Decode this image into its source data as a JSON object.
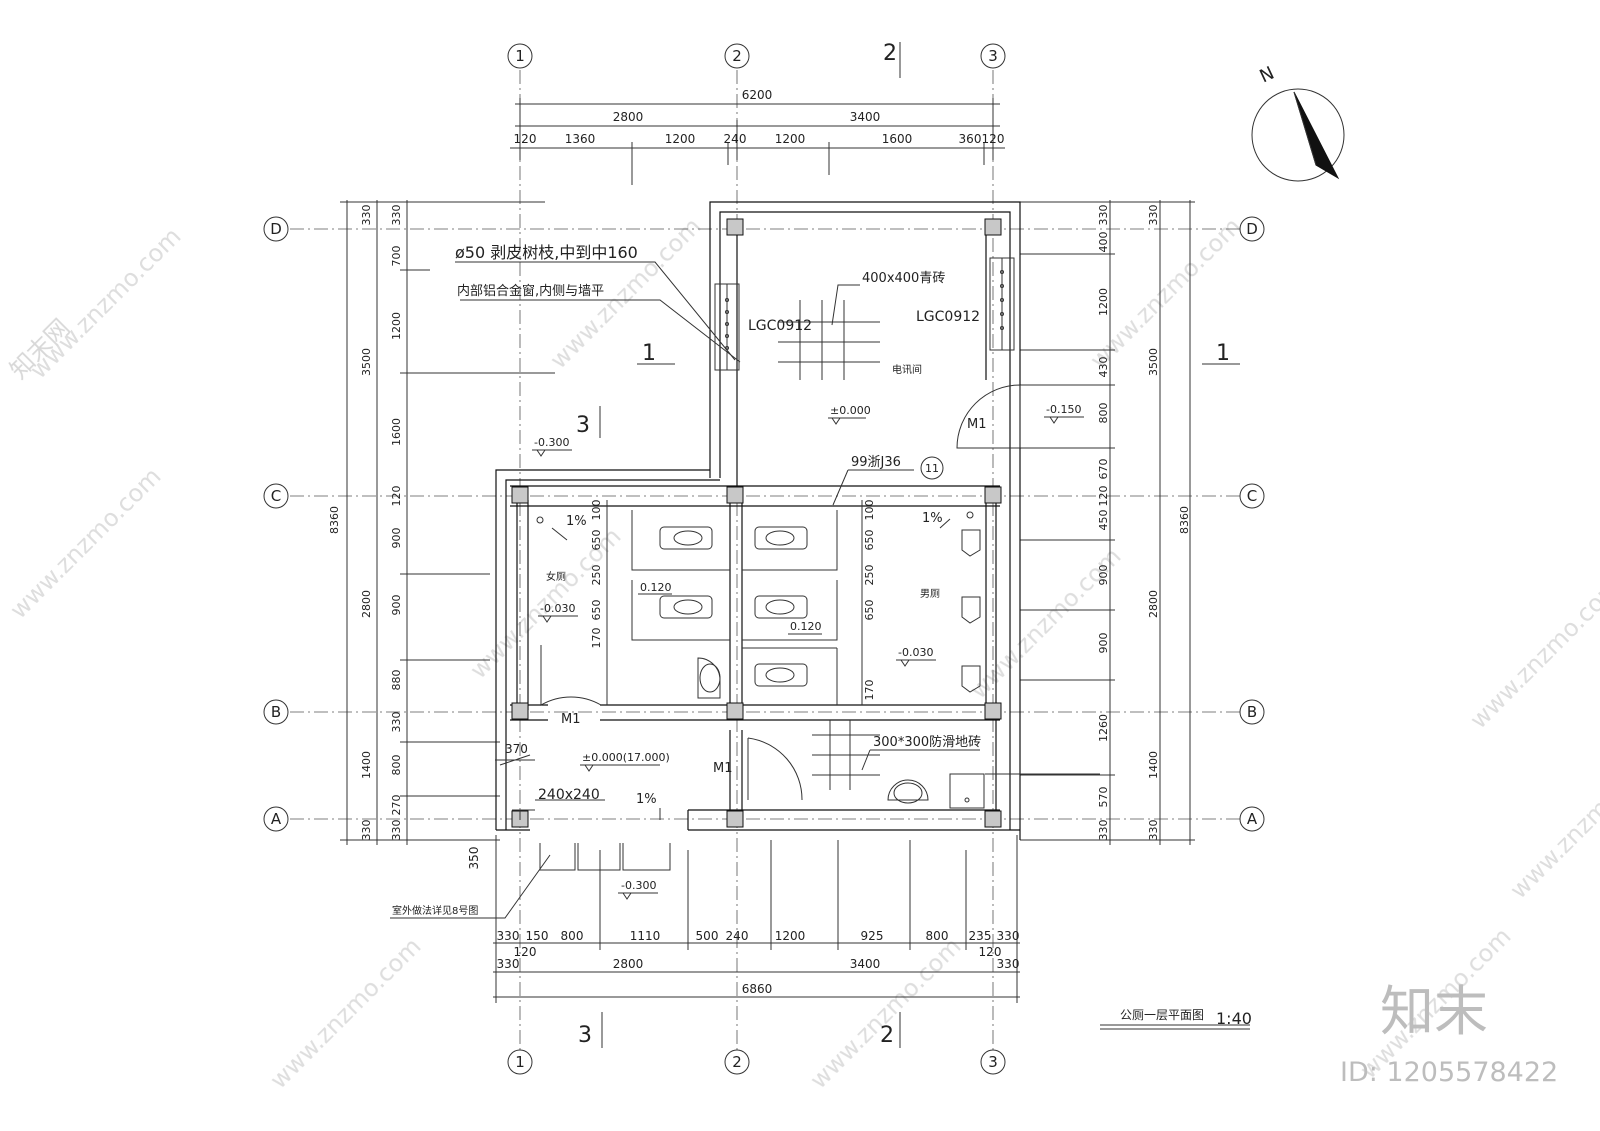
{
  "axes": {
    "x": [
      "1",
      "2",
      "3"
    ],
    "y": [
      "D",
      "C",
      "B",
      "A"
    ]
  },
  "section_marks": {
    "s1": "1",
    "s2": "2",
    "s3": "3"
  },
  "dims": {
    "top_total": "6200",
    "top_mid": [
      "2800",
      "3400"
    ],
    "top_detail": [
      "120",
      "1360",
      "1200",
      "240",
      "1200",
      "1600",
      "360",
      "120"
    ],
    "bottom_detail": [
      "330",
      "150",
      "800",
      "1110",
      "500",
      "240",
      "1200",
      "925",
      "800",
      "235",
      "330"
    ],
    "bottom_detail2": [
      "120",
      "120"
    ],
    "bottom_mid": [
      "330",
      "2800",
      "3400",
      "330"
    ],
    "bottom_total": "6860",
    "left_total": "8360",
    "left_mid": [
      "330",
      "3500",
      "2800",
      "1400",
      "330"
    ],
    "left_detail": [
      "330",
      "700",
      "1200",
      "1600",
      "120",
      "900",
      "900",
      "880",
      "330",
      "800",
      "270",
      "330"
    ],
    "right_total": "8360",
    "right_mid": [
      "330",
      "3500",
      "2800",
      "1400",
      "330"
    ],
    "right_detail": [
      "330",
      "400",
      "1200",
      "430",
      "800",
      "670",
      "120",
      "450",
      "900",
      "900",
      "1260",
      "570",
      "330"
    ],
    "stall": [
      "100",
      "650",
      "250",
      "650",
      "170"
    ],
    "stall_r": [
      "100",
      "650",
      "250",
      "650",
      "170"
    ],
    "misc": [
      "370",
      "350"
    ]
  },
  "labels": {
    "note1": "ø50 剥皮树枝,中到中160",
    "note2": "内部铝合金窗,内侧与墙平",
    "tile1": "400x400青砖",
    "win1": "LGC0912",
    "win2": "LGC0912",
    "room_elec": "电讯间",
    "room_f": "女厕",
    "room_m": "男厕",
    "lev_0": "±0.000",
    "lev_m015": "-0.150",
    "lev_m03a": "-0.300",
    "lev_m03b": "-0.300",
    "lev_m003a": "-0.030",
    "lev_m003b": "-0.030",
    "lev_0120a": "0.120",
    "lev_0120b": "0.120",
    "lev_entry": "±0.000(17.000)",
    "ref": "99浙J36",
    "ref_num": "11",
    "door1": "M1",
    "door2": "M1",
    "door3": "M1",
    "slope1": "1%",
    "slope2": "1%",
    "slope3": "1%",
    "tile2": "300*300防滑地砖",
    "col_size": "240x240",
    "ext_note": "室外做法详见8号图",
    "north": "N",
    "title": "公厕一层平面图",
    "scale": "1:40"
  },
  "watermark": {
    "text": "www.znzmo.com",
    "brand": "知末网",
    "logo": "知末",
    "id": "ID: 1205578422"
  }
}
